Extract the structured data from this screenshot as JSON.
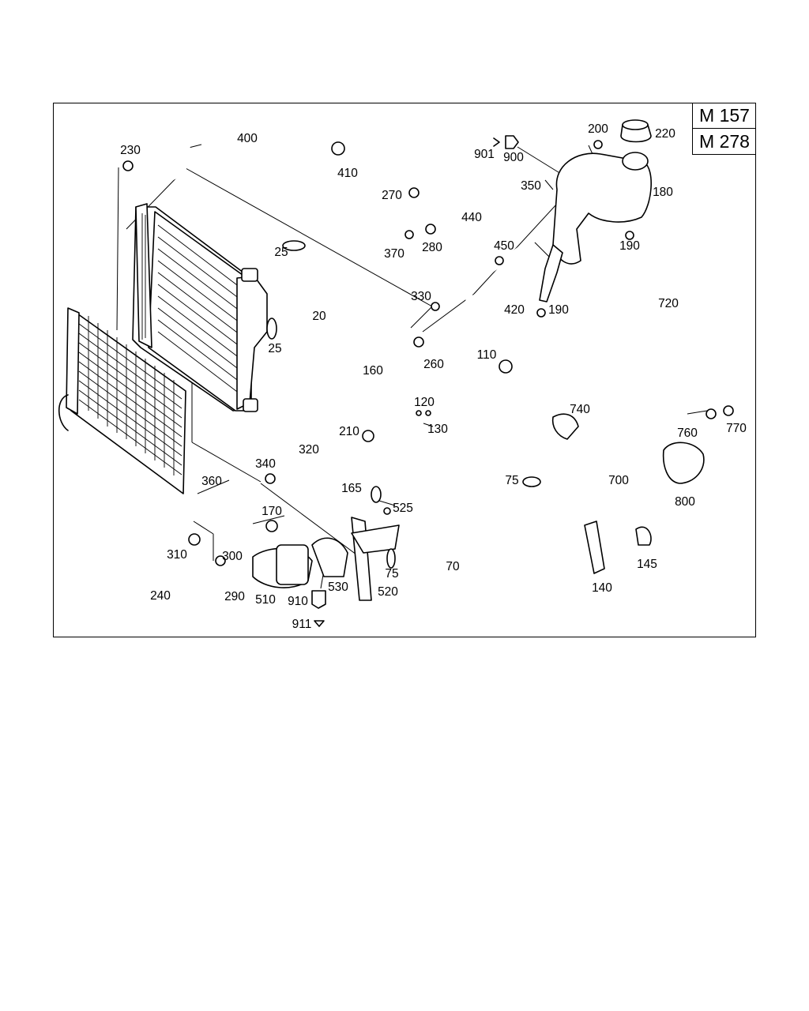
{
  "engine_codes": [
    "M 157",
    "M 278"
  ],
  "part_labels": {
    "p20": "20",
    "p25a": "25",
    "p25b": "25",
    "p70": "70",
    "p75a": "75",
    "p75b": "75",
    "p110": "110",
    "p120": "120",
    "p130": "130",
    "p140": "140",
    "p145": "145",
    "p160": "160",
    "p165": "165",
    "p170": "170",
    "p180": "180",
    "p190a": "190",
    "p190b": "190",
    "p200": "200",
    "p210": "210",
    "p220": "220",
    "p230": "230",
    "p240": "240",
    "p260": "260",
    "p270": "270",
    "p280": "280",
    "p290": "290",
    "p300": "300",
    "p310": "310",
    "p320": "320",
    "p330": "330",
    "p340": "340",
    "p350": "350",
    "p360": "360",
    "p370": "370",
    "p400": "400",
    "p410": "410",
    "p420": "420",
    "p440": "440",
    "p450": "450",
    "p510": "510",
    "p520": "520",
    "p525": "525",
    "p530": "530",
    "p700": "700",
    "p720": "720",
    "p740": "740",
    "p760": "760",
    "p770": "770",
    "p800": "800",
    "p900": "900",
    "p901": "901",
    "p910": "910",
    "p911": "911"
  }
}
